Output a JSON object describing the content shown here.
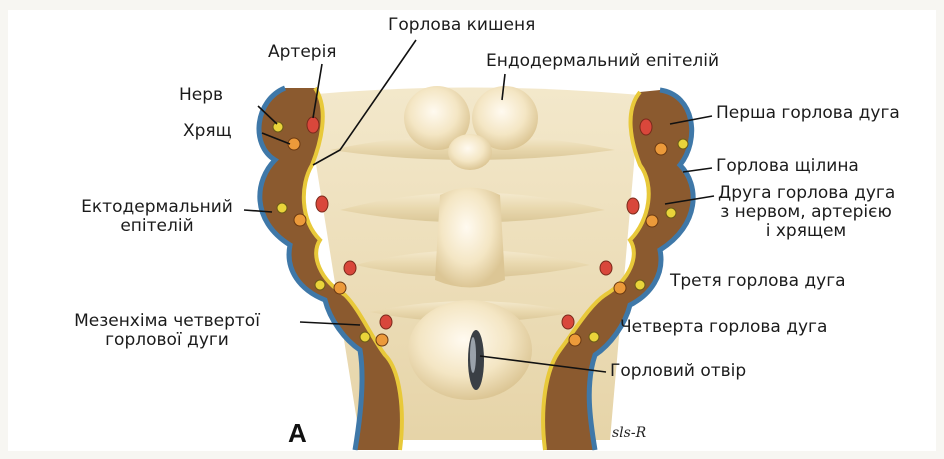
{
  "labels": {
    "pharyngeal_pouch": "Горлова кишеня",
    "artery": "Артерія",
    "endoderm": "Ендодермальний епітелій",
    "nerve": "Нерв",
    "cartilage": "Хрящ",
    "first_arch": "Перша горлова дуга",
    "cleft": "Горлова щілина",
    "second_arch": [
      "Друга горлова дуга",
      "з нервом, артерією",
      "і хрящем"
    ],
    "ectoderm": [
      "Ектодермальний",
      "епітелій"
    ],
    "third_arch": "Третя горлова дуга",
    "mesenchyme": [
      "Мезенхіма четвертої",
      "горлової дуги"
    ],
    "fourth_arch": "Четверта горлова дуга",
    "pharyngeal_opening": "Горловий отвір"
  },
  "panel_letter": "A",
  "signature": "sls-R",
  "colors": {
    "mesenchyme": "#8b5a2f",
    "endoderm_line": "#e8c93a",
    "ectoderm_line": "#3f78a8",
    "floor": "#eee0bb",
    "artery": "#d9473b",
    "nerve": "#e9d43a",
    "cartilage": "#ec9a3a"
  }
}
